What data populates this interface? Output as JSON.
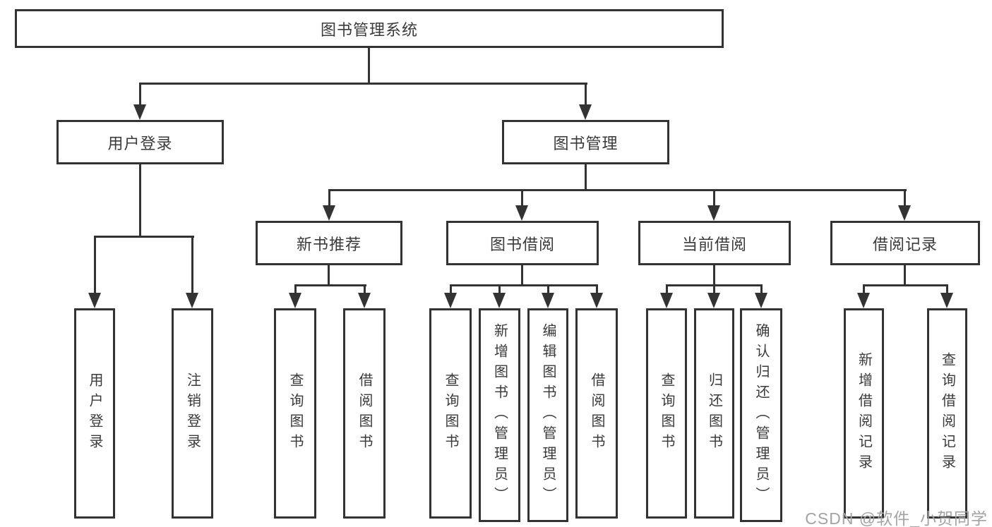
{
  "nodes": {
    "root": "图书管理系统",
    "user_login": "用户登录",
    "book_mgmt": "图书管理",
    "new_book_rec": "新书推荐",
    "book_borrow": "图书借阅",
    "current_borrow": "当前借阅",
    "borrow_record": "借阅记录",
    "user_login_leaf": "用户登录",
    "logout_leaf": "注销登录",
    "nb_query": "查询图书",
    "nb_borrow": "借阅图书",
    "bb_query": "查询图书",
    "bb_add": "新增图书（管理员）",
    "bb_edit": "编辑图书（管理员）",
    "bb_borrow": "借阅图书",
    "cb_query": "查询图书",
    "cb_return": "归还图书",
    "cb_confirm": "确认归还（管理员）",
    "br_add": "新增借阅记录",
    "br_query": "查询借阅记录"
  },
  "hierarchy": {
    "图书管理系统": {
      "用户登录": [
        "用户登录",
        "注销登录"
      ],
      "图书管理": {
        "新书推荐": [
          "查询图书",
          "借阅图书"
        ],
        "图书借阅": [
          "查询图书",
          "新增图书（管理员）",
          "编辑图书（管理员）",
          "借阅图书"
        ],
        "当前借阅": [
          "查询图书",
          "归还图书",
          "确认归还（管理员）"
        ],
        "借阅记录": [
          "新增借阅记录",
          "查询借阅记录"
        ]
      }
    }
  },
  "watermark": "CSDN @软件_小贺同学",
  "colors": {
    "line": "#333333",
    "text": "#3a3a3a",
    "background": "#ffffff",
    "watermark": "#a3a3a3"
  }
}
